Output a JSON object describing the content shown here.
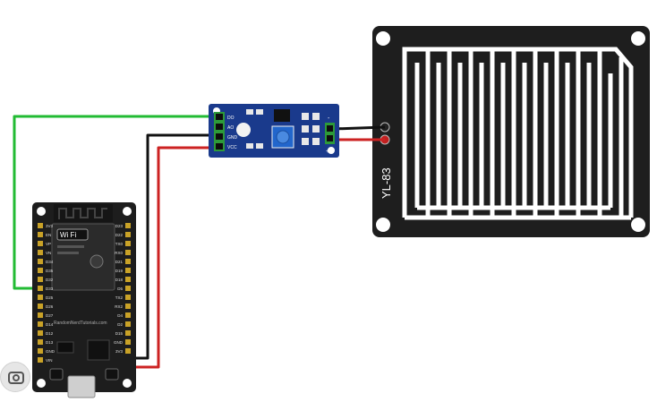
{
  "sensor_plate": {
    "label": "YL-83"
  },
  "module": {
    "pin_labels_left": [
      "DO",
      "AO",
      "GND",
      "VCC"
    ],
    "pin_labels_right": [
      "-",
      "+"
    ]
  },
  "esp32": {
    "wifi_badge": "Wi Fi",
    "brand_text": "RandomNerdTutorials.com",
    "left_pins": [
      "3V3",
      "EN",
      "VP",
      "VN",
      "D34",
      "D35",
      "D32",
      "D33",
      "D25",
      "D26",
      "D27",
      "D14",
      "D12",
      "D13",
      "GND",
      "VIN"
    ],
    "right_pins": [
      "D23",
      "D22",
      "TX0",
      "RX0",
      "D21",
      "D19",
      "D18",
      "D5",
      "TX2",
      "RX2",
      "D4",
      "D2",
      "D15",
      "GND",
      "3V3"
    ]
  },
  "wires": {
    "signal_color": "#22bb33",
    "ground_color": "#111111",
    "power_color": "#cc2222",
    "plate_minus_color": "#111111",
    "plate_plus_color": "#cc2222"
  },
  "overlay": {
    "lens_icon": "lens-icon"
  }
}
